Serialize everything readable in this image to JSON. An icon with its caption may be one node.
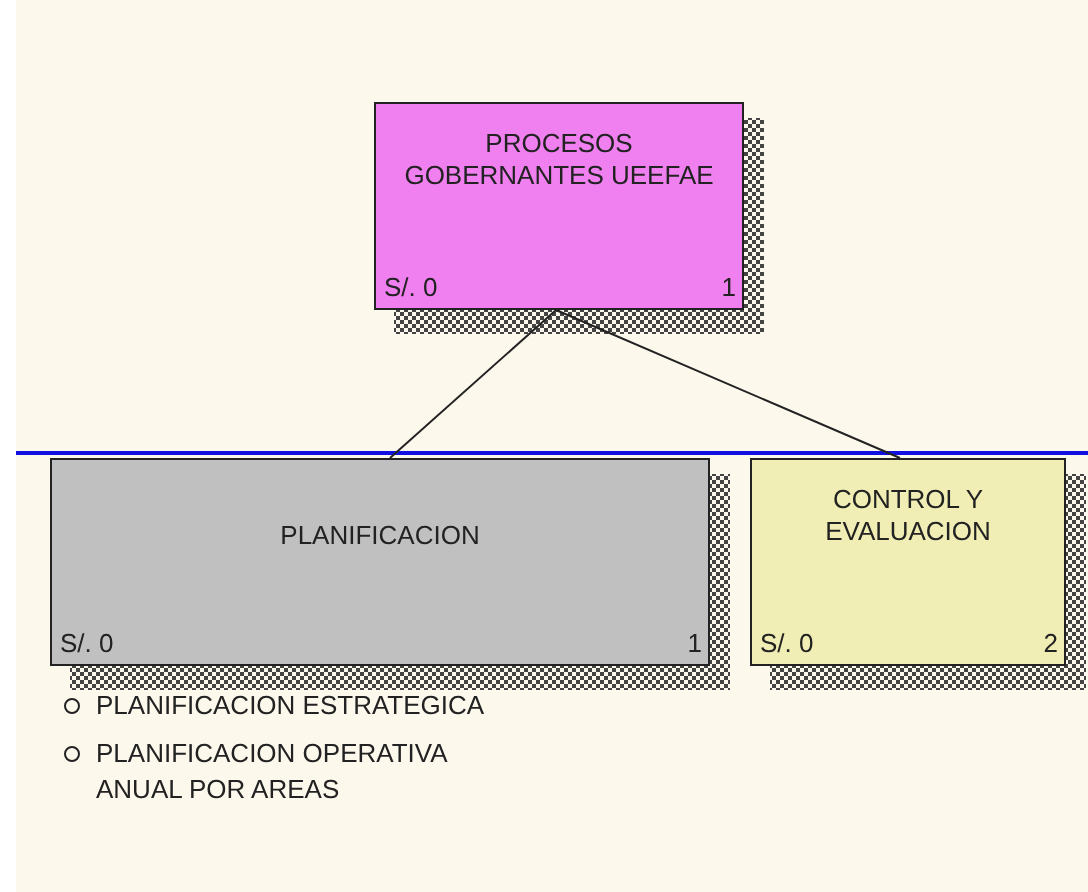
{
  "diagram": {
    "nodes": [
      {
        "text": [
          "PROCESOS GOBERNANTES UEEFAE",
          "S/. 0",
          "1"
        ]
      },
      {
        "text": [
          "PLANIFICACION",
          "S/. 0",
          "1"
        ]
      },
      {
        "text": [
          "CONTROL Y EVALUACION",
          "S/. 0",
          "2"
        ]
      }
    ],
    "edges": [
      {
        "from": 0,
        "to": 1,
        "arrow": "none"
      },
      {
        "from": 0,
        "to": 2,
        "arrow": "none"
      }
    ],
    "labels": [
      "PLANIFICACION ESTRATEGICA",
      "PLANIFICACION OPERATIVA ANUAL POR AREAS"
    ]
  }
}
